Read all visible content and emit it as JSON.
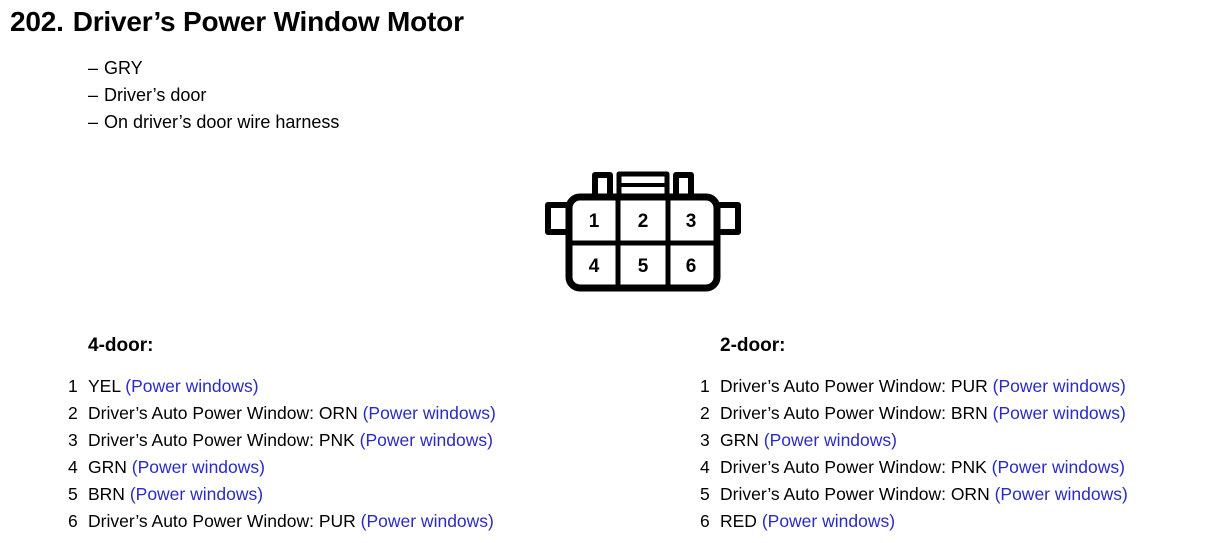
{
  "header": {
    "number": "202.",
    "title": "Driver’s Power Window Motor"
  },
  "attributes": [
    {
      "dash": "–",
      "text": "GRY"
    },
    {
      "dash": "–",
      "text": "Driver’s door"
    },
    {
      "dash": "–",
      "text": "On driver’s door wire harness"
    }
  ],
  "connector": {
    "name": "6-pin-connector",
    "pins": [
      "1",
      "2",
      "3",
      "4",
      "5",
      "6"
    ],
    "rows": 2,
    "columns": 3,
    "line_color": "#000000",
    "fill_color": "#ffffff"
  },
  "tables": [
    {
      "id": "four-door",
      "title": "4-door:",
      "rows": [
        {
          "index": "1",
          "desc": "YEL ",
          "circuit": "(Power windows)"
        },
        {
          "index": "2",
          "desc": "Driver’s Auto Power Window: ORN ",
          "circuit": "(Power windows)"
        },
        {
          "index": "3",
          "desc": "Driver’s Auto Power Window: PNK ",
          "circuit": "(Power windows)"
        },
        {
          "index": "4",
          "desc": "GRN ",
          "circuit": "(Power windows)"
        },
        {
          "index": "5",
          "desc": "BRN ",
          "circuit": "(Power windows)"
        },
        {
          "index": "6",
          "desc": "Driver’s Auto Power Window: PUR ",
          "circuit": "(Power windows)"
        }
      ]
    },
    {
      "id": "two-door",
      "title": "2-door:",
      "rows": [
        {
          "index": "1",
          "desc": "Driver’s Auto Power Window: PUR ",
          "circuit": "(Power windows)"
        },
        {
          "index": "2",
          "desc": "Driver’s Auto Power Window: BRN ",
          "circuit": "(Power windows)"
        },
        {
          "index": "3",
          "desc": "GRN ",
          "circuit": "(Power windows)"
        },
        {
          "index": "4",
          "desc": "Driver’s Auto Power Window: PNK ",
          "circuit": "(Power windows)"
        },
        {
          "index": "5",
          "desc": "Driver’s Auto Power Window: ORN ",
          "circuit": "(Power windows)"
        },
        {
          "index": "6",
          "desc": "RED ",
          "circuit": "(Power windows)"
        }
      ]
    }
  ],
  "colors": {
    "circuit_blue": "#2b2bc4",
    "text_black": "#000000",
    "background": "#ffffff"
  }
}
